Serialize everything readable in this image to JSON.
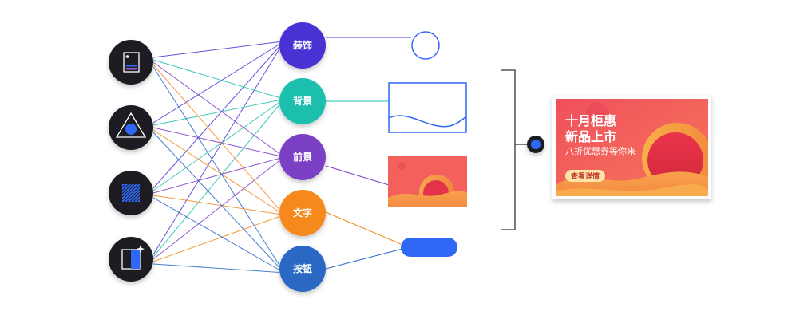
{
  "colors": {
    "source_node": "#1e1e20",
    "decoration": "#4a32d4",
    "background": "#1fbfae",
    "foreground": "#7b3fc4",
    "text": "#f5891f",
    "button": "#2b68c4",
    "accent_blue": "#2f68f5",
    "bracket": "#333333",
    "banner_red": "#f0505c",
    "banner_orange": "#f7a24a"
  },
  "source_nodes": [
    {
      "icon": "image-frame-icon"
    },
    {
      "icon": "triangle-circle-icon"
    },
    {
      "icon": "hatched-square-icon"
    },
    {
      "icon": "split-rectangle-sparkle-icon"
    }
  ],
  "layer_nodes": [
    {
      "label": "装饰",
      "key": "decoration"
    },
    {
      "label": "背景",
      "key": "background"
    },
    {
      "label": "前景",
      "key": "foreground"
    },
    {
      "label": "文字",
      "key": "text"
    },
    {
      "label": "按钮",
      "key": "button"
    }
  ],
  "banner": {
    "title_line1": "十月柜惠",
    "title_line2": "新品上市",
    "subtitle": "八折优惠券等你来",
    "button_label": "查看详情"
  }
}
